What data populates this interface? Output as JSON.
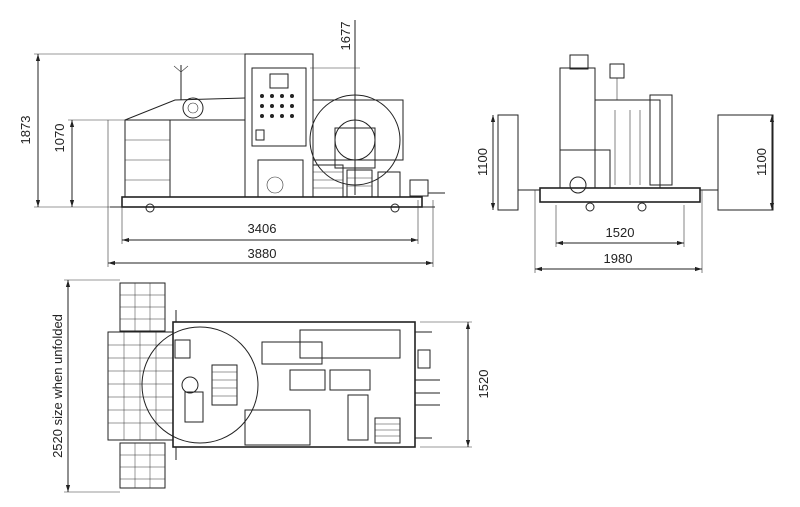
{
  "side_view": {
    "total_height": "1873",
    "tower_height": "1677",
    "platform_height": "1070",
    "frame_length": "3406",
    "overall_length": "3880"
  },
  "end_view": {
    "left_height": "1100",
    "right_height": "1100",
    "frame_width": "1520",
    "overall_width": "1980"
  },
  "top_view": {
    "unfolded_size": "2520 size when unfolded",
    "frame_width": "1520"
  },
  "colors": {
    "line": "#222222",
    "background": "#ffffff"
  }
}
